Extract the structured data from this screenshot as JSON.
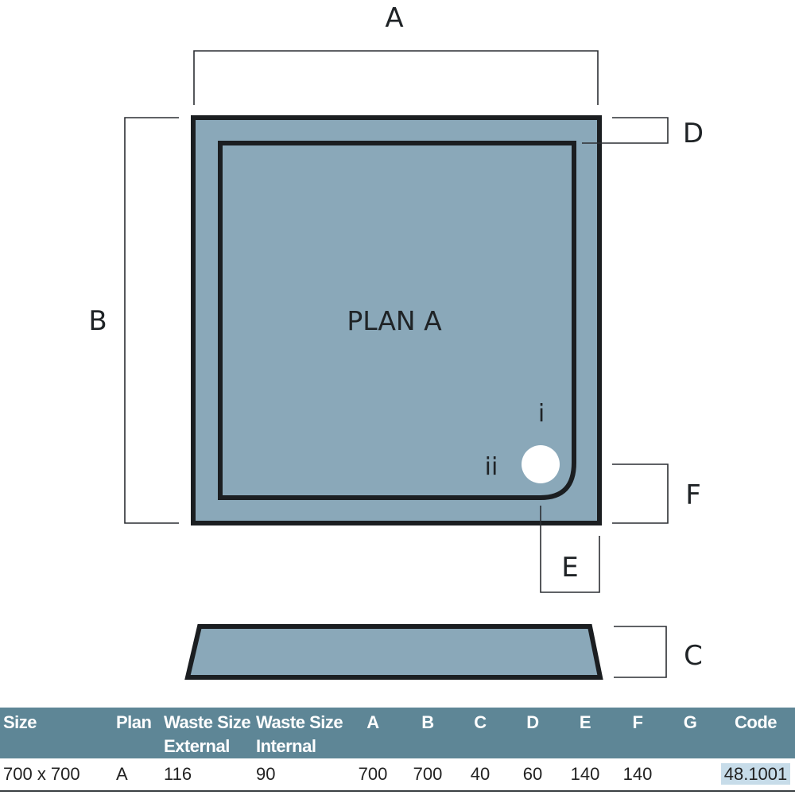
{
  "diagram": {
    "labels": {
      "a": "A",
      "b": "B",
      "c": "C",
      "d": "D",
      "e": "E",
      "f": "F",
      "plan": "PLAN A",
      "waste_i": "i",
      "waste_ii": "ii"
    },
    "colors": {
      "tray_fill": "#8aa8b9",
      "outline": "#1b1e21",
      "waste": "#ffffff"
    }
  },
  "table": {
    "headers": {
      "size": "Size",
      "plan": "Plan",
      "waste_ext_1": "Waste Size",
      "waste_ext_2": "External",
      "waste_int_1": "Waste Size",
      "waste_int_2": "Internal",
      "a": "A",
      "b": "B",
      "c": "C",
      "d": "D",
      "e": "E",
      "f": "F",
      "g": "G",
      "code": "Code"
    },
    "row": {
      "size": "700 x 700",
      "plan": "A",
      "waste_external": "116",
      "waste_internal": "90",
      "a": "700",
      "b": "700",
      "c": "40",
      "d": "60",
      "e": "140",
      "f": "140",
      "g": "",
      "code": "48.1001"
    },
    "colors": {
      "header_bg": "#5e8696",
      "header_text": "#ffffff",
      "code_highlight": "#c7dce9"
    }
  }
}
